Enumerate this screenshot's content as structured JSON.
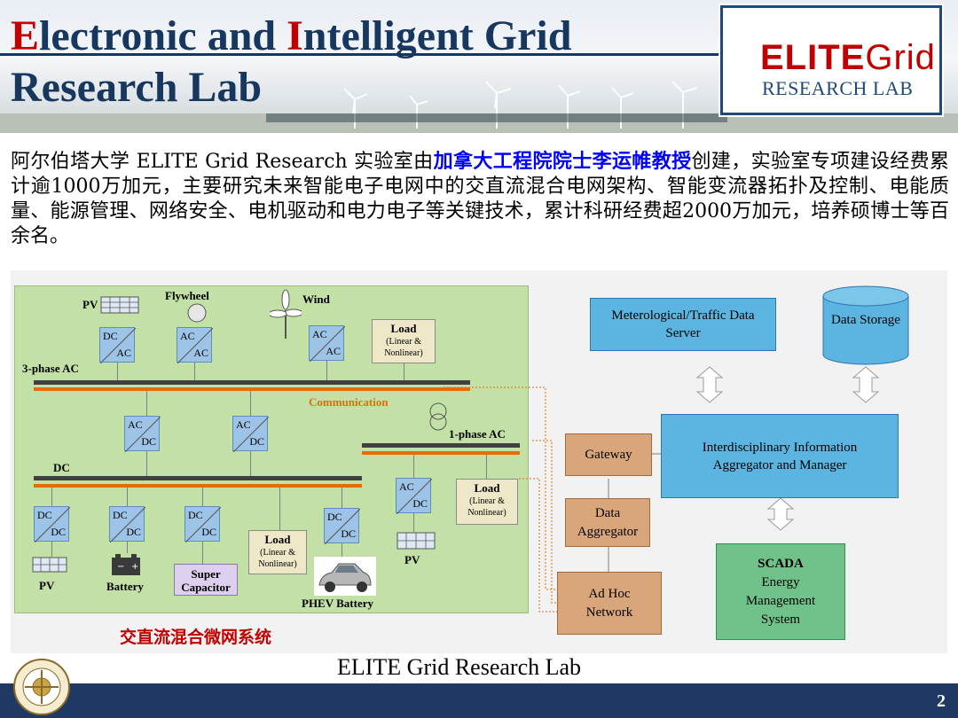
{
  "header": {
    "title_line1_prefix": "E",
    "title_line1_a": "lectronic and ",
    "title_line1_i": "I",
    "title_line1_b": "nte",
    "title_line1_c": "lligent Grid",
    "title_line2": "Research Lab",
    "logo_main": "ELITE",
    "logo_grid": "Grid",
    "logo_sub": "RESEARCH LAB"
  },
  "intro": {
    "part1": "阿尔伯塔大学 ELITE Grid Research 实验室由",
    "highlight": "加拿大工程院院士李运帷教授",
    "part2": "创建，实验室专项建设经费累计逾1000万加元，主要研究未来智能电子电网中的交直流混合电网架构、智能变流器拓扑及控制、电能质量、能源管理、网络安全、电机驱动和电力电子等关键技术，累计科研经费超2000万加元，培养硕博士等百余名。"
  },
  "microgrid": {
    "caption": "交直流混合微网系统",
    "pv_top": "PV",
    "flywheel": "Flywheel",
    "wind": "Wind",
    "bus_3phase": "3-phase AC",
    "communication": "Communication",
    "bus_1phase": "1-phase AC",
    "bus_dc": "DC",
    "load_title": "Load",
    "load_sub1": "(Linear &",
    "load_sub2": "Nonlinear)",
    "pv_bottom": "PV",
    "battery": "Battery",
    "super_capacitor": "Super Capacitor",
    "phev": "PHEV Battery",
    "pv_right": "PV",
    "ac": "AC",
    "dc": "DC"
  },
  "network": {
    "meteorological": "Meterological/Traffic Data Server",
    "data_storage": "Data Storage",
    "gateway": "Gateway",
    "aggregator_manager": "Interdisciplinary Information Aggregator and Manager",
    "data_aggregator": "Data Aggregator",
    "ad_hoc": "Ad Hoc Network",
    "scada": "SCADA",
    "scada_sub": "Energy Management System"
  },
  "footer": {
    "lab_name": "ELITE Grid Research Lab",
    "page_number": "2"
  },
  "colors": {
    "title_blue": "#17375e",
    "title_red": "#c00000",
    "microgrid_green": "#c3e0a6",
    "converter_blue": "#9dc3e6",
    "server_blue": "#5bb5e0",
    "node_orange": "#d9a57a",
    "scada_green": "#70c28a",
    "footer_navy": "#1f3864",
    "comm_orange": "#e46c0a"
  }
}
